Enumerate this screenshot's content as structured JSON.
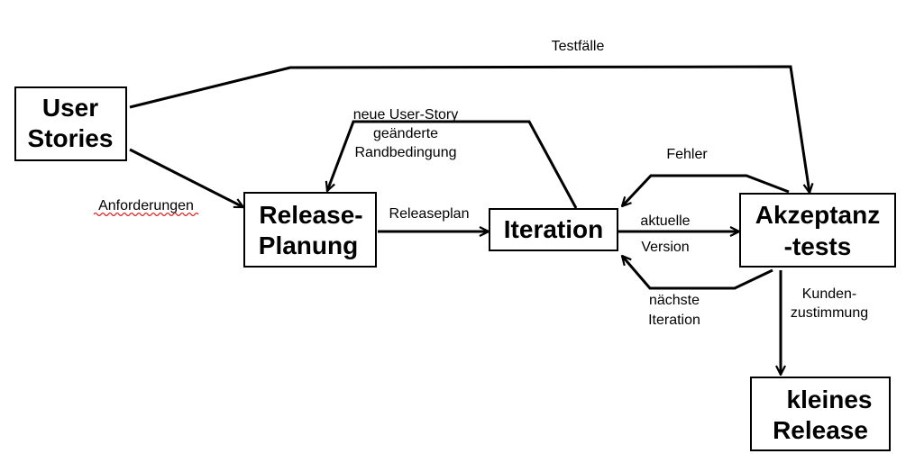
{
  "nodes": {
    "user_stories": [
      "User",
      "Stories"
    ],
    "release_planung": [
      "Release-",
      "Planung"
    ],
    "iteration": [
      "Iteration"
    ],
    "akzeptanztests": [
      "Akzeptanz",
      "-tests"
    ],
    "kleines_release": [
      "kleines",
      "Release"
    ]
  },
  "edges": {
    "testfaelle": "Testfälle",
    "anforderungen": "Anforderungen",
    "neue_user_story": [
      "neue User-Story",
      "geänderte",
      "Randbedingung"
    ],
    "releaseplan": "Releaseplan",
    "aktuelle_version": [
      "aktuelle",
      "Version"
    ],
    "fehler": "Fehler",
    "naechste_iteration": [
      "nächste",
      "Iteration"
    ],
    "kundenzustimmung": [
      "Kunden-",
      "zustimmung"
    ]
  },
  "colors": {
    "line": "#000000",
    "background": "#ffffff",
    "spellcheck": "#e02020"
  }
}
